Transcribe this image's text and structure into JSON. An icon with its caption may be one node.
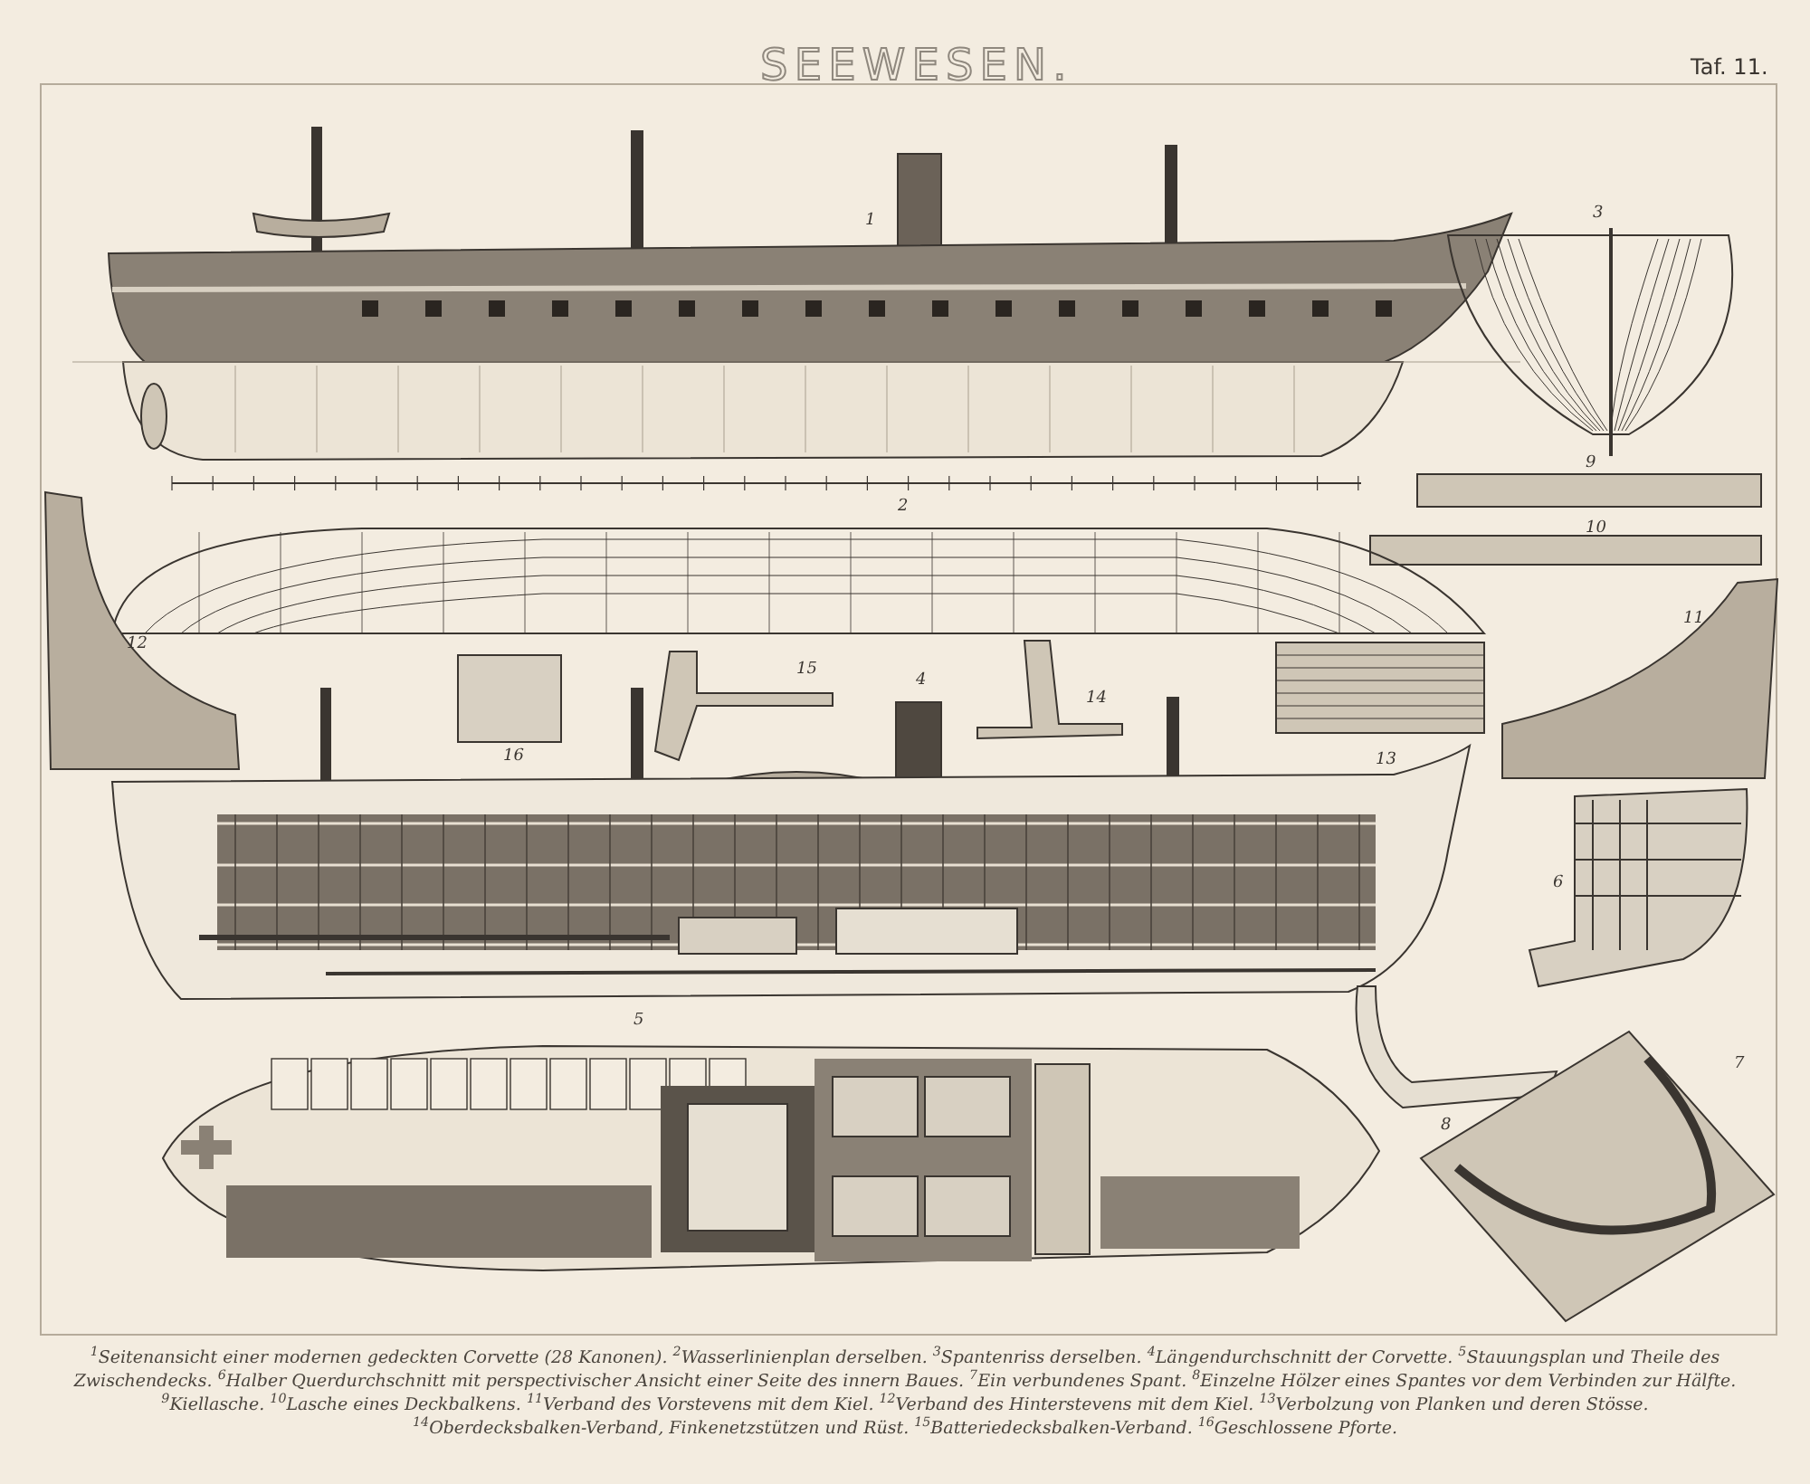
{
  "diagram": {
    "title": "SEEWESEN.",
    "caption": "$^{1}$Seitenansicht einer modernen gedeckten Corvette (28 Kanonen). $^{2}$Wasserlinienplan derselben. $^{3}$Spantenriss derselben. $^{4}$Längendurchschnitt der Corvette. $^{5}$Stauungsplan und Theile des Zwischendecks. $^{6}$Halber Querdurchschnitt mit perspectivischer Ansicht einer Seite des innern Baues. $^{7}$Ein verbundenes Spant. $^{8}$Einzelne Hölzer eines Spantes vor dem Verbinden zur Hälfte. $^{9}$Kiellasche. $^{10}$Lasche eines Deckbalkens. $^{11}$Verband des Vorstevens mit dem Kiel. $^{12}$Verband des Hinterstevens mit dem Kiel. $^{13}$Verbolzung von Planken und deren Stösse. $^{14}$Oberdecksbalken-Verband, Finkenetzstützen und Rüst. $^{15}$Batteriedecksbalken-Verband. $^{16}$Geschlossene Pforte.",
    "labels": [
      "Taf. 11.",
      "1",
      "3",
      "9",
      "2",
      "10",
      "12",
      "16",
      "15",
      "4",
      "14",
      "13",
      "11",
      "6",
      "5",
      "8",
      "7"
    ]
  }
}
